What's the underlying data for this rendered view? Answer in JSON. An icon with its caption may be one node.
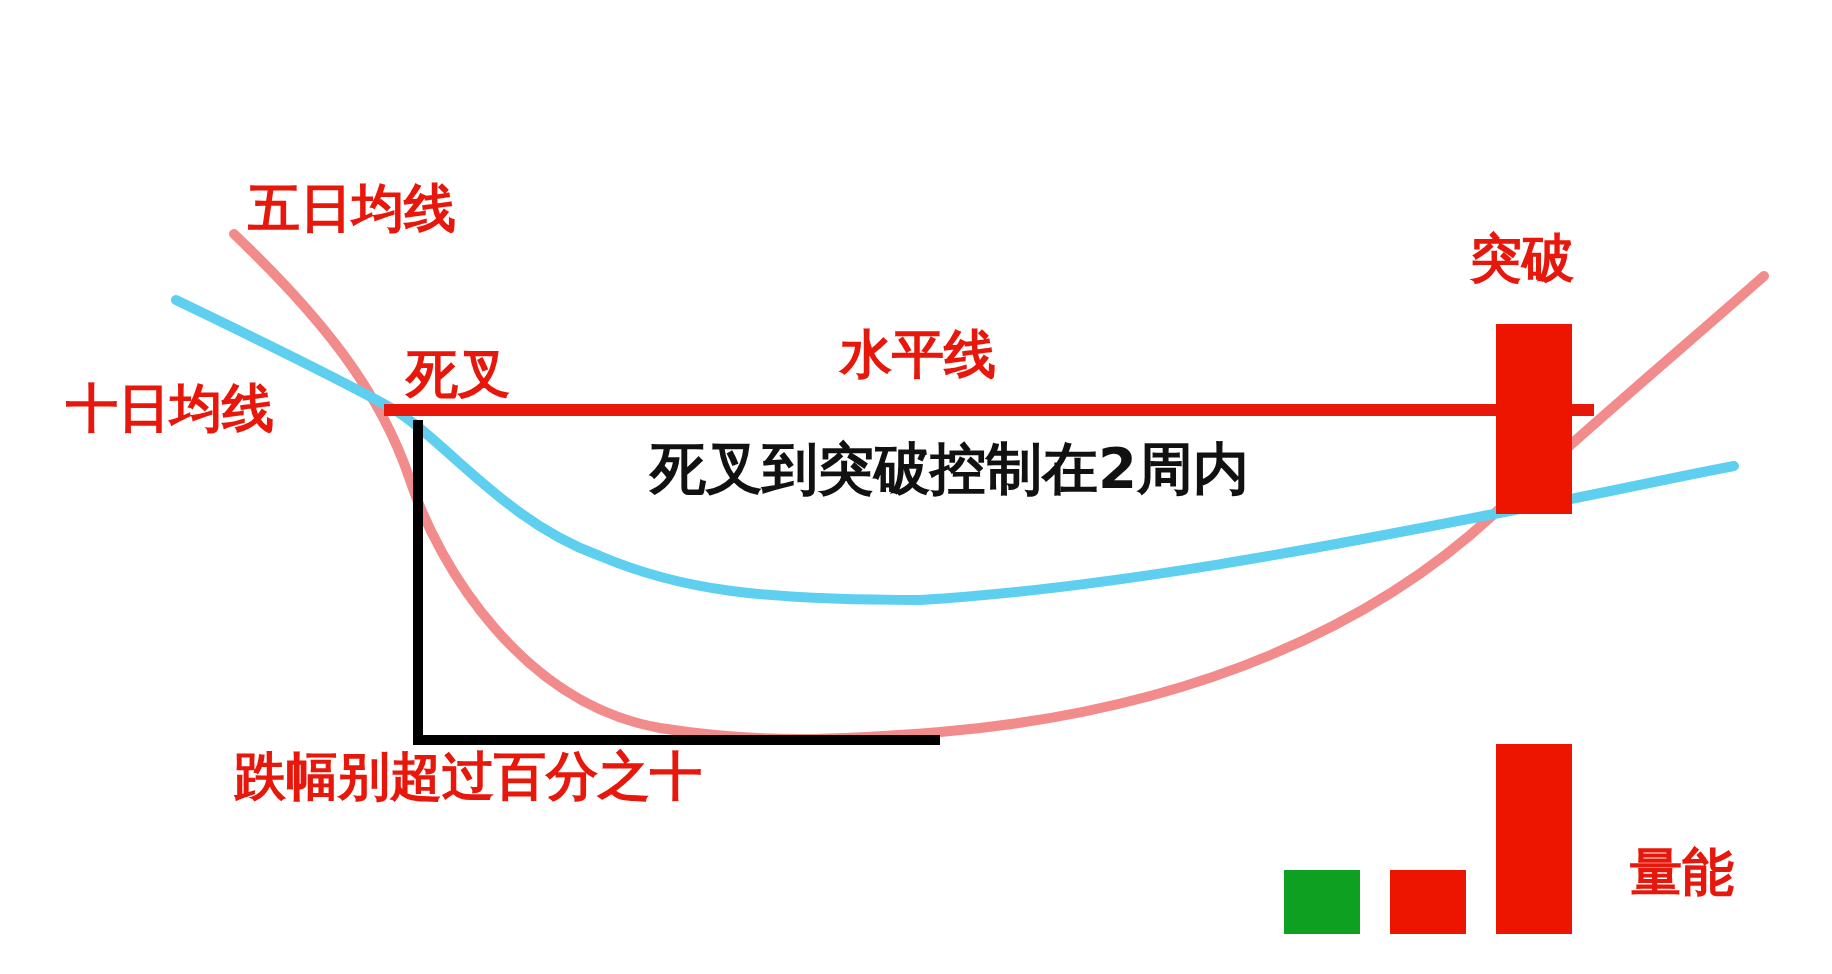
{
  "diagram": {
    "nodes": [
      {
        "text": [],
        "shape": "bar",
        "beside": [
          "突破"
        ]
      },
      {
        "text": [],
        "shape": "bar"
      },
      {
        "text": [],
        "shape": "bar"
      },
      {
        "text": [],
        "shape": "bar"
      }
    ],
    "labels": [
      "五日均线",
      "水平线",
      "死叉",
      "十日均线",
      "死叉到突破控制在2周内",
      "跌幅别超过百分之十",
      "量能"
    ]
  }
}
